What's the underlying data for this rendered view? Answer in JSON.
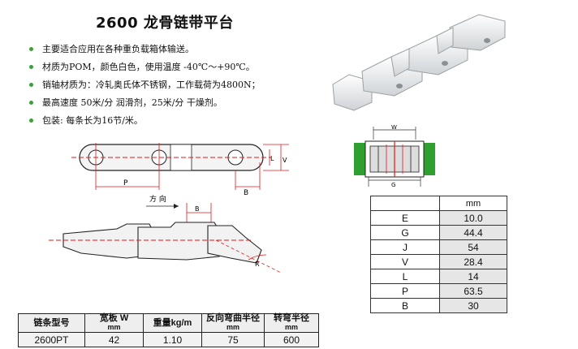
{
  "title": "2600 龙骨链带平台",
  "bullets": [
    "主要适合应用在各种重负载箱体输送。",
    "材质为POM，颜色白色，使用温度 -40℃～+90℃。",
    "销轴材质为：冷轧奥氏体不锈钢，工作载荷为4800N；",
    "最高速度  50米/分 润滑剂，25米/分 干燥剂。",
    "包装: 每条长为16节/米。"
  ],
  "diagram_labels": {
    "L": "L",
    "V": "V",
    "P": "P",
    "B_top": "B",
    "direction": "方 向",
    "B_side": "B",
    "R": "R",
    "W": "W",
    "G": "G"
  },
  "dimension_table": {
    "unit_header": "mm",
    "rows": [
      {
        "name": "E",
        "value": "10.0"
      },
      {
        "name": "G",
        "value": "44.4"
      },
      {
        "name": "J",
        "value": "54"
      },
      {
        "name": "V",
        "value": "28.4"
      },
      {
        "name": "L",
        "value": "14"
      },
      {
        "name": "P",
        "value": "63.5"
      },
      {
        "name": "B",
        "value": "30"
      }
    ]
  },
  "spec_table": {
    "headers": {
      "model": "链条型号",
      "width_line1": "宽板 W",
      "width_line2": "mm",
      "weight": "重量kg/m",
      "back_radius_line1": "反向弯曲半径",
      "back_radius_line2": "mm",
      "turn_radius_line1": "转弯半径",
      "turn_radius_line2": "mm"
    },
    "row": {
      "model": "2600PT",
      "width": "42",
      "weight": "1.10",
      "back_radius": "75",
      "turn_radius": "600"
    }
  },
  "colors": {
    "bullet_green": "#3aa13a",
    "dimension_red": "#e01818",
    "cross_green": "#2fa02f",
    "value_gray": "#e6e6e6"
  }
}
